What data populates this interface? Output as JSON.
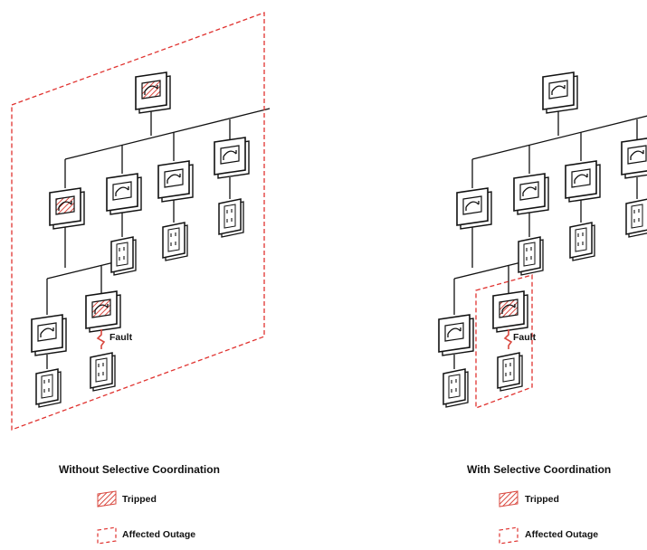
{
  "left_panel": {
    "caption": "Without Selective Coordination",
    "fault_label": "Fault",
    "legend": {
      "tripped": "Tripped",
      "affected": "Affected Outage"
    }
  },
  "right_panel": {
    "caption": "With Selective Coordination",
    "fault_label": "Fault",
    "legend": {
      "tripped": "Tripped",
      "affected": "Affected Outage"
    }
  },
  "colors": {
    "outage": "#e0322f",
    "tripped": "#d9483f",
    "line": "#111111"
  },
  "icons": [
    "breaker-closed-icon",
    "breaker-tripped-icon",
    "receptacle-icon",
    "fault-bolt-icon"
  ]
}
